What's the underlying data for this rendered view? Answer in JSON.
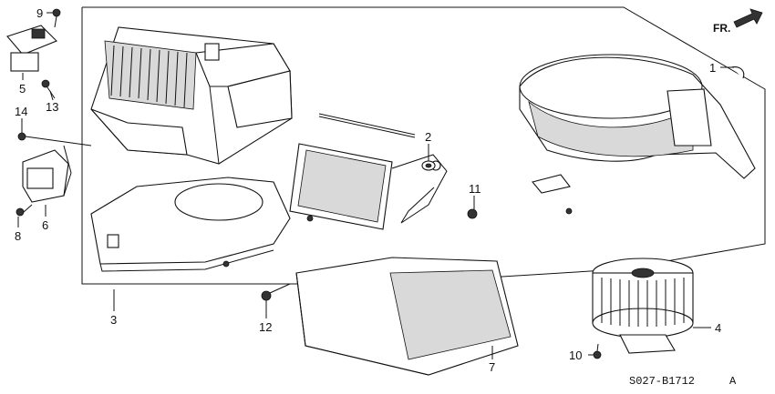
{
  "direction_label": "FR.",
  "drawing_code": "S027-B1712",
  "drawing_suffix": "A",
  "callouts": {
    "c1": "1",
    "c2": "2",
    "c3": "3",
    "c4": "4",
    "c5": "5",
    "c6": "6",
    "c7": "7",
    "c8": "8",
    "c9": "9",
    "c10": "10",
    "c11": "11",
    "c12": "12",
    "c13": "13",
    "c14": "14"
  }
}
